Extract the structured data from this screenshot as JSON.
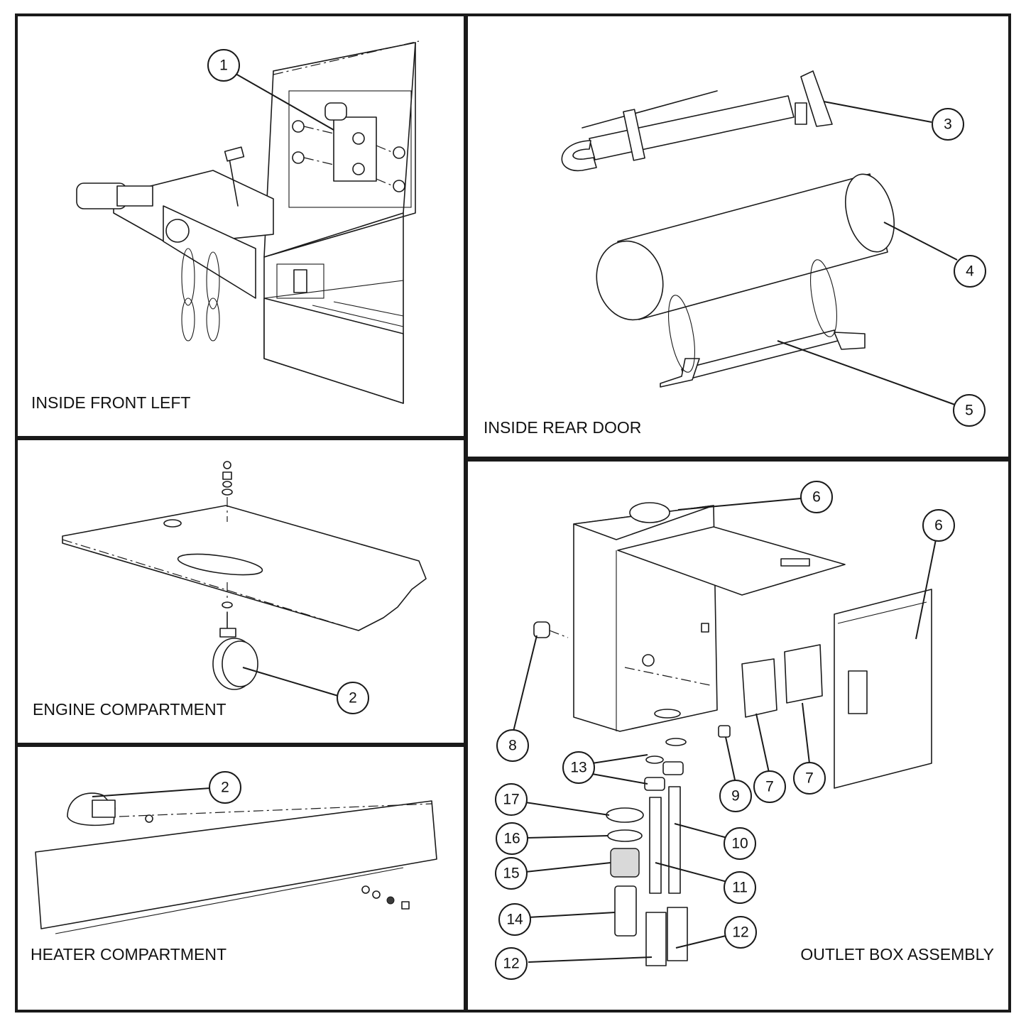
{
  "panels": {
    "inside_front_left": {
      "label": "INSIDE FRONT LEFT"
    },
    "inside_rear_door": {
      "label": "INSIDE REAR DOOR"
    },
    "engine_compartment": {
      "label": "ENGINE COMPARTMENT"
    },
    "heater_compartment": {
      "label": "HEATER COMPARTMENT"
    },
    "outlet_box_assembly": {
      "label": "OUTLET BOX ASSEMBLY"
    }
  },
  "callouts": [
    {
      "id": "c1",
      "number": "1"
    },
    {
      "id": "c3",
      "number": "3"
    },
    {
      "id": "c4",
      "number": "4"
    },
    {
      "id": "c5",
      "number": "5"
    },
    {
      "id": "c2a",
      "number": "2"
    },
    {
      "id": "c2b",
      "number": "2"
    },
    {
      "id": "c6a",
      "number": "6"
    },
    {
      "id": "c6b",
      "number": "6"
    },
    {
      "id": "c8",
      "number": "8"
    },
    {
      "id": "c13",
      "number": "13"
    },
    {
      "id": "c9",
      "number": "9"
    },
    {
      "id": "c7a",
      "number": "7"
    },
    {
      "id": "c7b",
      "number": "7"
    },
    {
      "id": "c17",
      "number": "17"
    },
    {
      "id": "c10",
      "number": "10"
    },
    {
      "id": "c16",
      "number": "16"
    },
    {
      "id": "c15",
      "number": "15"
    },
    {
      "id": "c11",
      "number": "11"
    },
    {
      "id": "c14",
      "number": "14"
    },
    {
      "id": "c12a",
      "number": "12"
    },
    {
      "id": "c12b",
      "number": "12"
    }
  ]
}
